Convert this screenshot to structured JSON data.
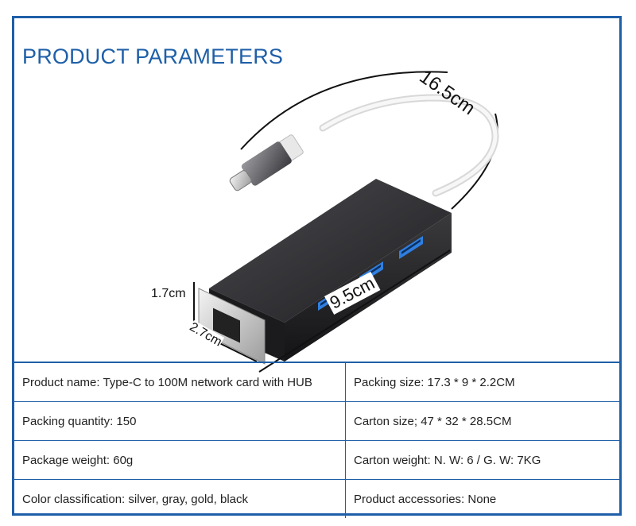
{
  "header": {
    "title": "PRODUCT PARAMETERS"
  },
  "dimensions": {
    "cable_length": "16.5cm",
    "body_length": "9.5cm",
    "height": "1.7cm",
    "width": "2.7cm"
  },
  "colors": {
    "accent": "#1e5fa8",
    "hub_body": "#2b2b2e",
    "usb_port": "#2f7fe0",
    "cable": "#eeeeee"
  },
  "specs": [
    [
      "Product name: Type-C to 100M network card with HUB",
      "Packing size: 17.3 * 9 * 2.2CM"
    ],
    [
      "Packing quantity: 150",
      "Carton size; 47 * 32 * 28.5CM"
    ],
    [
      "Package weight: 60g",
      "Carton weight: N. W: 6 / G. W: 7KG"
    ],
    [
      "Color classification: silver, gray, gold, black",
      "Product accessories: None"
    ]
  ]
}
